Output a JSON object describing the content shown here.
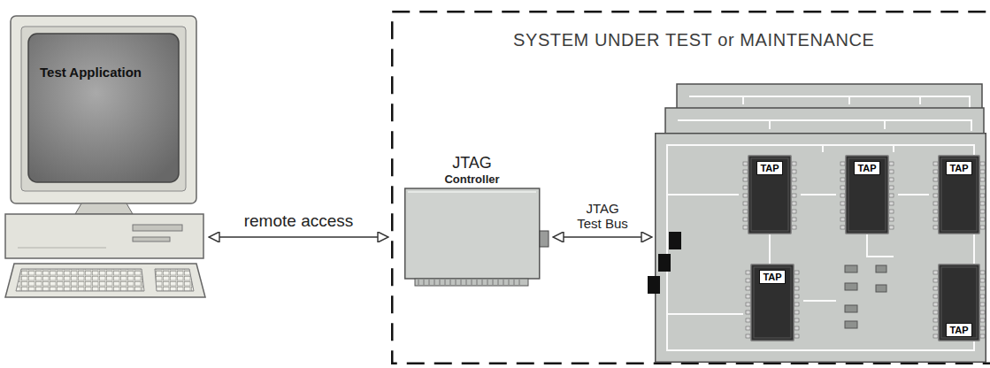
{
  "diagram": {
    "nodes": [
      {
        "text": [
          "Test Application"
        ]
      },
      {
        "text": [
          "SYSTEM UNDER TEST or MAINTENANCE"
        ]
      },
      {
        "text": [
          "JTAG",
          "Controller"
        ],
        "in": 1
      },
      {
        "text": [],
        "in": 1
      },
      {
        "text": [
          "TAP"
        ],
        "in": 3
      },
      {
        "text": [
          "TAP"
        ],
        "in": 3
      },
      {
        "text": [
          "TAP"
        ],
        "in": 3
      },
      {
        "text": [
          "TAP"
        ],
        "in": 3
      },
      {
        "text": [
          "TAP"
        ],
        "in": 3
      }
    ],
    "edges": [
      {
        "from": 0,
        "to": 1,
        "label": "remote access",
        "arrow": "both"
      },
      {
        "from": 2,
        "to": 3,
        "label": "JTAG Test Bus",
        "arrow": "both"
      }
    ]
  }
}
